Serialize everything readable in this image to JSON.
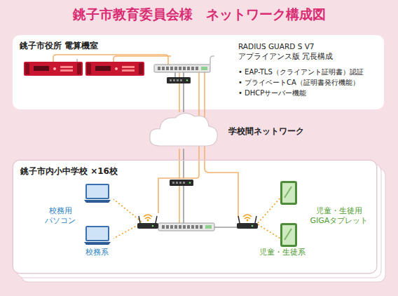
{
  "diagram": {
    "title": "銚子市教育委員会様　ネットワーク構成図",
    "nodes": [
      {
        "text": [
          "銚子市役所 電算機室"
        ]
      },
      {
        "text": [
          "銚子市内小中学校 ×16校"
        ]
      }
    ],
    "labels": [
      "RADIUS GUARD S V7 アプライアンス版 冗長構成",
      "• EAP-TLS（クライアント証明書）認証",
      "• プライベートCA（証明書発行機能）",
      "• DHCPサーバー機能",
      "学校間ネットワーク",
      "校務用 パソコン",
      "校務系",
      "児童・生徒用 GIGAタブレット",
      "児童・生徒系"
    ]
  }
}
